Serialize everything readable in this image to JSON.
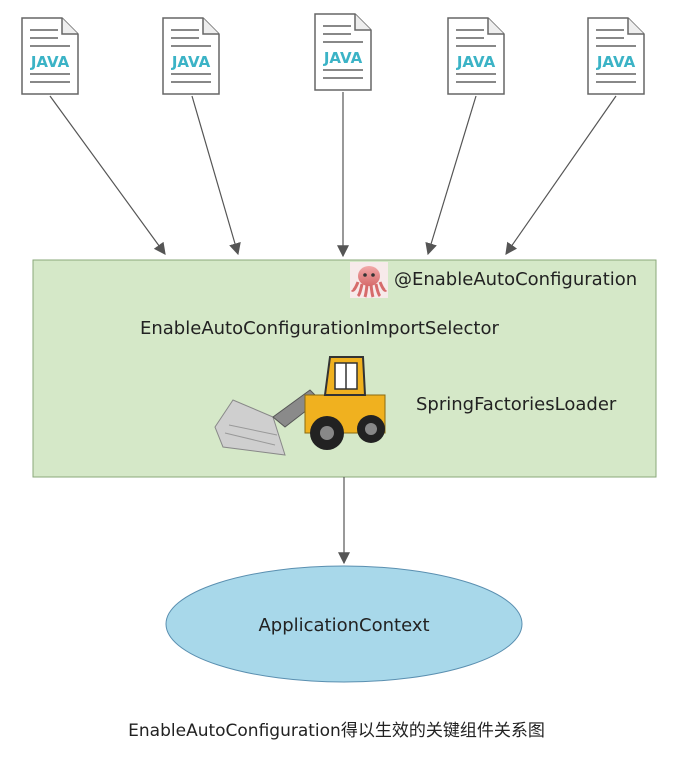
{
  "files": [
    {
      "label": "JAVA"
    },
    {
      "label": "JAVA"
    },
    {
      "label": "JAVA"
    },
    {
      "label": "JAVA"
    },
    {
      "label": "JAVA"
    }
  ],
  "box": {
    "annotation": "@EnableAutoConfiguration",
    "selector": "EnableAutoConfigurationImportSelector",
    "loader": "SpringFactoriesLoader",
    "annotation_icon": "octopus-icon",
    "loader_icon": "bulldozer-icon"
  },
  "context": {
    "label": "ApplicationContext"
  },
  "caption": "EnableAutoConfiguration得以生效的关键组件关系图",
  "colors": {
    "box_fill": "#d5e8c8",
    "ellipse_fill": "#a8d8ea",
    "java_text": "#3bb3c6",
    "arrow": "#555555"
  }
}
